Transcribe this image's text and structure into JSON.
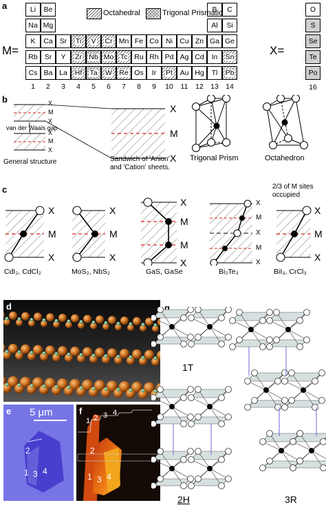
{
  "panel_labels": {
    "a": "a",
    "b": "b",
    "c": "c",
    "d": "d",
    "e": "e",
    "f": "f",
    "g": "g"
  },
  "table": {
    "m_label": "M=",
    "x_label": "X=",
    "legend_octahedral": "Octahedral",
    "legend_trigonal": "Trigonal Prismatic",
    "rows": [
      [
        "Li",
        "Be",
        "",
        "",
        "",
        "",
        "",
        "",
        "",
        "",
        "",
        "",
        "B",
        "C"
      ],
      [
        "Na",
        "Mg",
        "",
        "",
        "",
        "",
        "",
        "",
        "",
        "",
        "",
        "",
        "Al",
        "Si"
      ],
      [
        "K",
        "Ca",
        "Sr",
        "Ti",
        "V",
        "Cr",
        "Mn",
        "Fe",
        "Co",
        "Ni",
        "Cu",
        "Zn",
        "Ga",
        "Ge"
      ],
      [
        "Rb",
        "Sr",
        "Y",
        "Zr",
        "Nb",
        "Mo",
        "Tc",
        "Ru",
        "Rh",
        "Pd",
        "Ag",
        "Cd",
        "In",
        "Sn"
      ],
      [
        "Cs",
        "Ba",
        "La",
        "Hf",
        "Ta",
        "W",
        "Re",
        "Os",
        "Ir",
        "Pt",
        "Au",
        "Hg",
        "Tl",
        "Pb"
      ]
    ],
    "group_numbers": [
      "1",
      "2",
      "3",
      "4",
      "5",
      "6",
      "7",
      "8",
      "9",
      "10",
      "11",
      "12",
      "13",
      "14"
    ],
    "x_column": [
      "O",
      "S",
      "Se",
      "Te",
      "Po"
    ],
    "x_group": "16"
  },
  "structure_b": {
    "x1": "X",
    "m1": "M",
    "x2": "X",
    "x3": "X",
    "m2": "M",
    "x4": "X",
    "vdw_gap": "van der Waals gap",
    "general_caption": "General structure",
    "big_x_top": "X",
    "big_m": "M",
    "big_x_bottom": "X",
    "sandwich_line1": "Sandwich of 'Anion'",
    "sandwich_line2": "and 'Cation' sheets.",
    "trigonal_caption": "Trigonal Prism",
    "octahedron_caption": "Octahedron"
  },
  "structure_c": {
    "note_line1": "2/3 of M sites",
    "note_line2": "occupied",
    "s1": {
      "x_top": "X",
      "m": "M",
      "x_bottom": "X",
      "caption": "CdI₂, CdCl₂"
    },
    "s2": {
      "x_top": "X",
      "m": "M",
      "x_bottom": "X",
      "caption": "MoS₂, NbS₂"
    },
    "s3": {
      "x_top": "X",
      "m1": "M",
      "m2": "M",
      "x_bottom": "X",
      "caption": "GaS, GaSe"
    },
    "s4": {
      "x1": "X",
      "m1": "M",
      "x2": "X",
      "m2": "M",
      "x3": "X",
      "caption": "Bi₂Te₃"
    },
    "s5": {
      "x_top": "X",
      "m": "M",
      "x_bottom": "X",
      "caption": "BiI₃, CrCl₃"
    }
  },
  "panel_e": {
    "scale": "5 μm",
    "n1": "1",
    "n2": "2",
    "n3": "3",
    "n4": "4"
  },
  "panel_f": {
    "n1": "1",
    "n2": "2",
    "n3": "3",
    "n4": "4",
    "m1": "1",
    "m2": "2",
    "m3": "3",
    "m4": "4"
  },
  "panel_g": {
    "label_1t": "1T",
    "label_2h": "2H",
    "label_3r": "3R"
  },
  "colors": {
    "m_dash": "#d9231d",
    "hatch": "#777777",
    "flake_blue": "#5b55d8",
    "afm_orange": "#e25a12"
  }
}
